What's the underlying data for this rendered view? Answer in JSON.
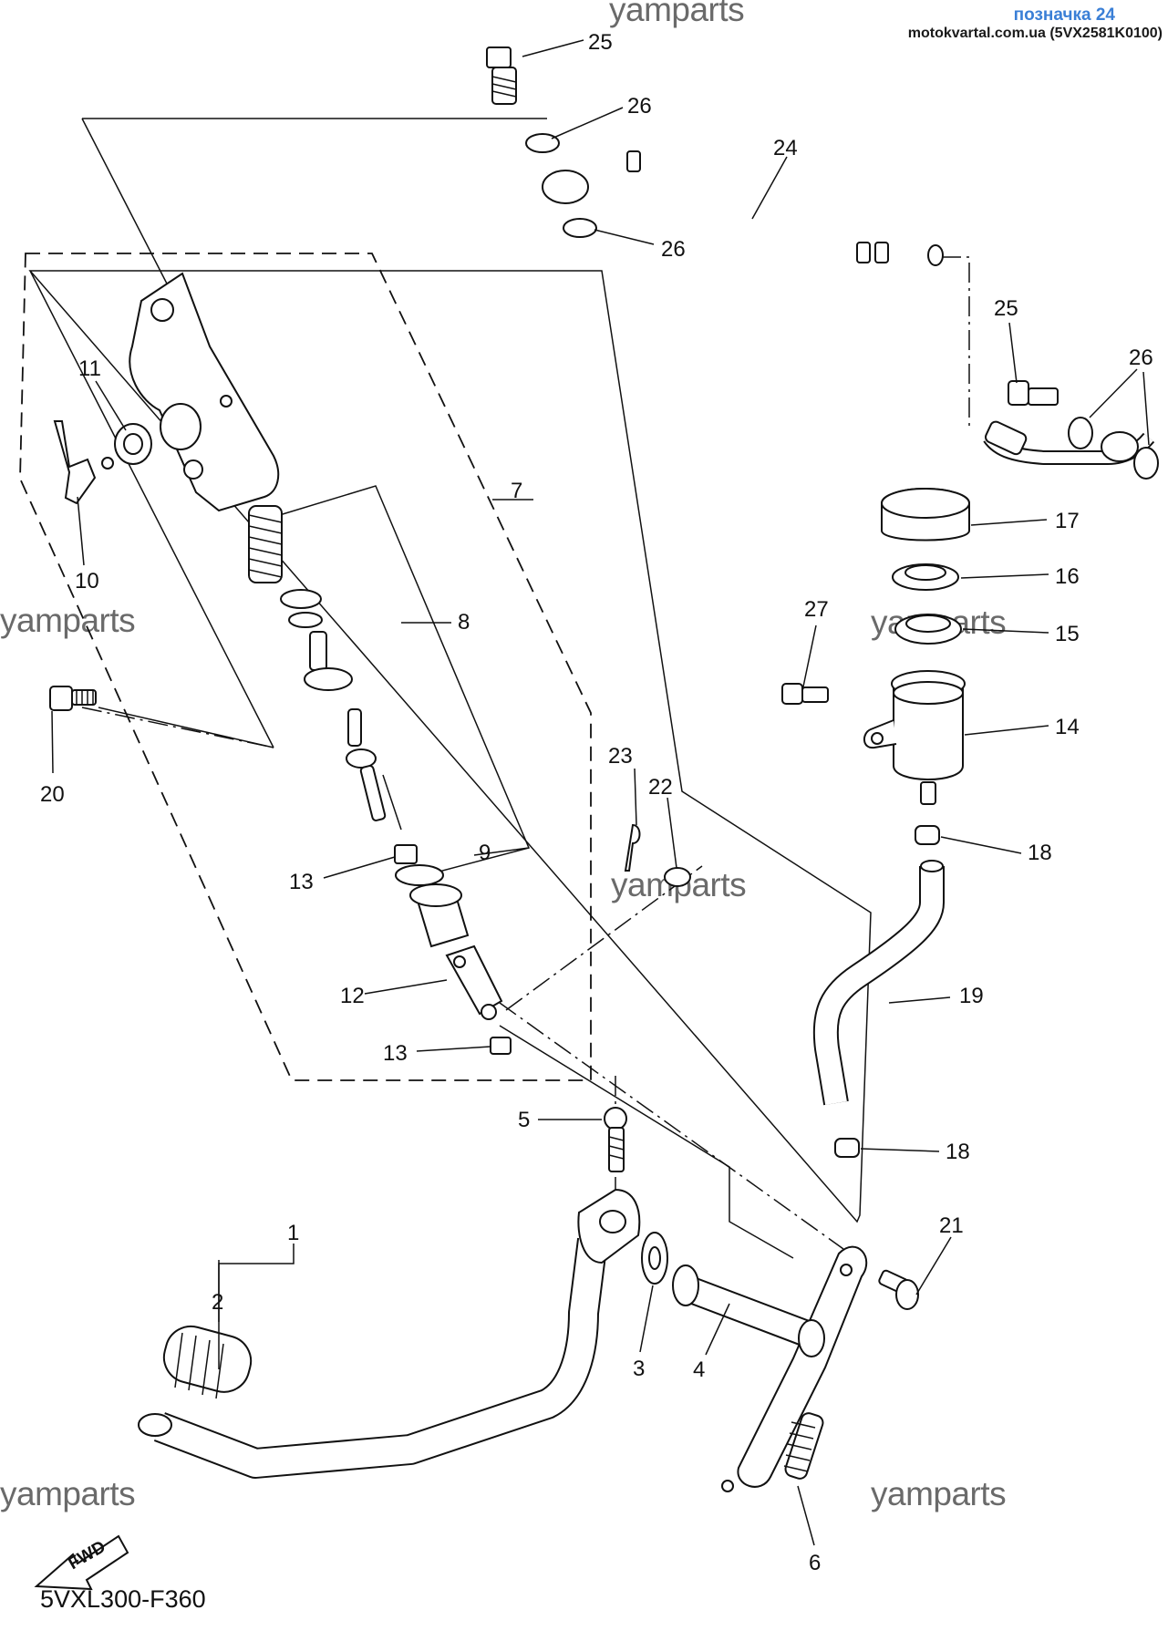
{
  "header": {
    "title": "позначка 24",
    "subtitle": "motokvartal.com.ua (5VX2581K0100)"
  },
  "watermark": {
    "text": "yamparts",
    "color": "#6a6a6a"
  },
  "diagram_code": "5VXL300-F360",
  "fwd_label": "FWD",
  "callouts": {
    "c1": "1",
    "c2": "2",
    "c3": "3",
    "c4": "4",
    "c5": "5",
    "c6": "6",
    "c7": "7",
    "c8": "8",
    "c9": "9",
    "c10": "10",
    "c11": "11",
    "c12": "12",
    "c13a": "13",
    "c13b": "13",
    "c14": "14",
    "c15": "15",
    "c16": "16",
    "c17": "17",
    "c18a": "18",
    "c18b": "18",
    "c19": "19",
    "c20": "20",
    "c21": "21",
    "c22": "22",
    "c23": "23",
    "c24": "24",
    "c25a": "25",
    "c25b": "25",
    "c26a": "26",
    "c26b": "26",
    "c26c": "26",
    "c27": "27"
  },
  "colors": {
    "header_accent": "#3a7fd6",
    "line": "#111111"
  }
}
